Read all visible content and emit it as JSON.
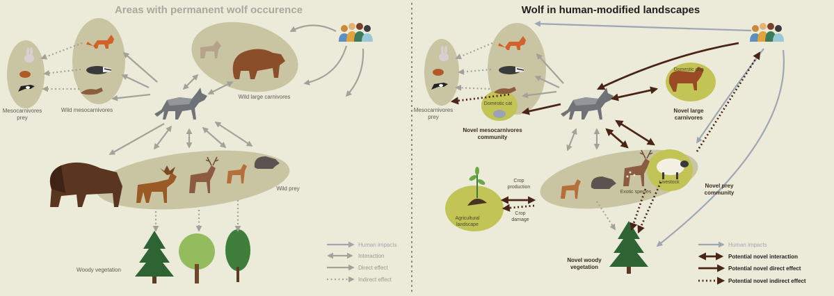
{
  "colors": {
    "background": "#ecebd9",
    "ellipse_fill": "#c9c4a2",
    "highlight_fill": "#c3c456",
    "gray_arrow": "#a3a19a",
    "dark_arrow": "#4a2417",
    "blue_gray_arrow": "#9ea5b3",
    "left_title": "#a8a8a0",
    "right_title": "#1e1e1e",
    "label_gray": "#5d5a55"
  },
  "left": {
    "title": "Areas with permanent wolf occurence",
    "labels": {
      "mesocarnivores_prey": [
        "Mesocarnivores",
        "prey"
      ],
      "wild_mesocarnivores": "Wild mesocarnivores",
      "wild_large_carnivores": "Wild large carnivores",
      "wild_prey": "Wild prey",
      "woody_vegetation": "Woody vegetation"
    },
    "legend": [
      {
        "label": "Human impacts",
        "style": "human"
      },
      {
        "label": "Interaction",
        "style": "interaction"
      },
      {
        "label": "Direct effect",
        "style": "direct"
      },
      {
        "label": "Indirect effect",
        "style": "indirect"
      }
    ]
  },
  "right": {
    "title": "Wolf in human-modified landscapes",
    "labels": {
      "mesocarnivores_prey": [
        "Mesocarnivores",
        "prey"
      ],
      "domestic_cat": "Domestic cat",
      "novel_meso": [
        "Novel mesocarnivores",
        "community"
      ],
      "domestic_dog": "Domestic dog",
      "novel_large": [
        "Novel large",
        "carnivores"
      ],
      "crop_production": [
        "Crop",
        "production"
      ],
      "crop_damage": [
        "Crop",
        "damage"
      ],
      "agricultural": [
        "Agricultural",
        "landscape"
      ],
      "exotic_species": "Exotic species",
      "livestock": "Livestock",
      "novel_prey": [
        "Novel prey",
        "community"
      ],
      "novel_woody": [
        "Novel woody",
        "vegetation"
      ]
    },
    "legend": [
      {
        "label": "Human impacts",
        "style": "human"
      },
      {
        "label": "Potential novel interaction",
        "style": "interaction"
      },
      {
        "label": "Potential novel direct effect",
        "style": "direct"
      },
      {
        "label": "Potential novel indirect effect",
        "style": "indirect"
      }
    ]
  }
}
